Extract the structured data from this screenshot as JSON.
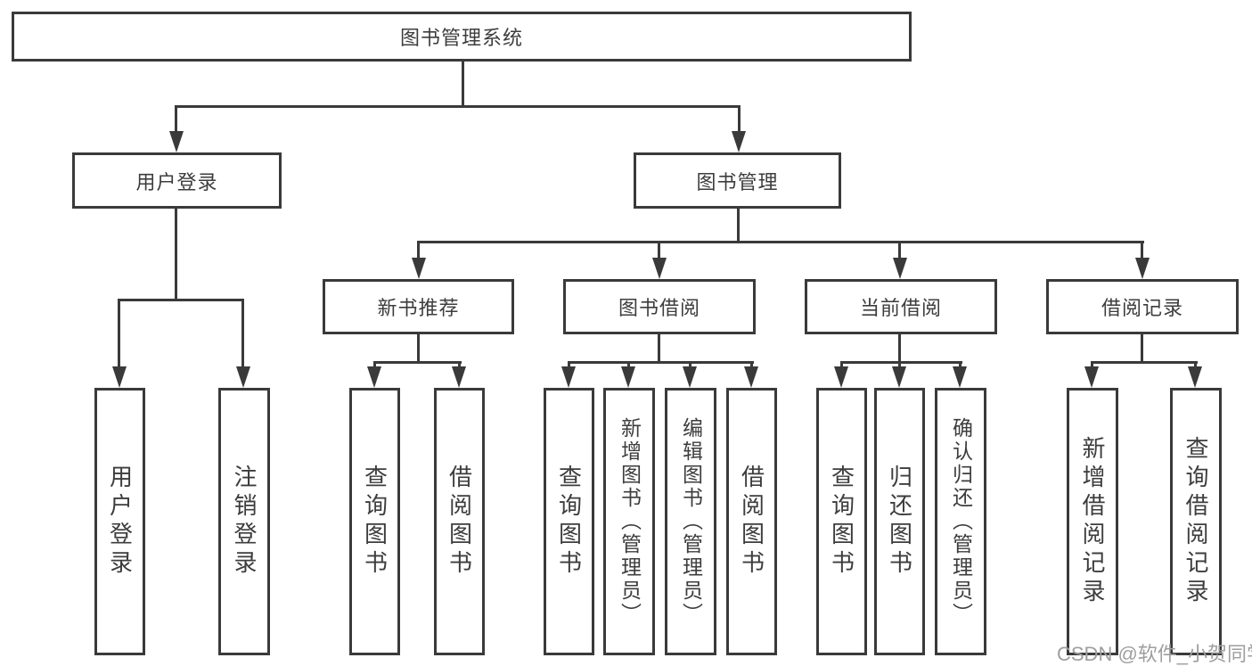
{
  "tree": {
    "label": "图书管理系统",
    "children": [
      {
        "label": "用户登录",
        "children": [
          {
            "label": "用户登录"
          },
          {
            "label": "注销登录"
          }
        ]
      },
      {
        "label": "图书管理",
        "children": [
          {
            "label": "新书推荐",
            "children": [
              {
                "label": "查询图书"
              },
              {
                "label": "借阅图书"
              }
            ]
          },
          {
            "label": "图书借阅",
            "children": [
              {
                "label": "查询图书"
              },
              {
                "label": "新增图书（管理员）"
              },
              {
                "label": "编辑图书（管理员）"
              },
              {
                "label": "借阅图书"
              }
            ]
          },
          {
            "label": "当前借阅",
            "children": [
              {
                "label": "查询图书"
              },
              {
                "label": "归还图书"
              },
              {
                "label": "确认归还（管理员）"
              }
            ]
          },
          {
            "label": "借阅记录",
            "children": [
              {
                "label": "新增借阅记录"
              },
              {
                "label": "查询借阅记录"
              }
            ]
          }
        ]
      }
    ]
  },
  "watermark": {
    "text": "CSDN @软件_小贺同学"
  },
  "colors": {
    "line": "#3a3a3a",
    "text": "#3d3d3d",
    "watermark": "#9e9e9e",
    "background": "#ffffff"
  }
}
